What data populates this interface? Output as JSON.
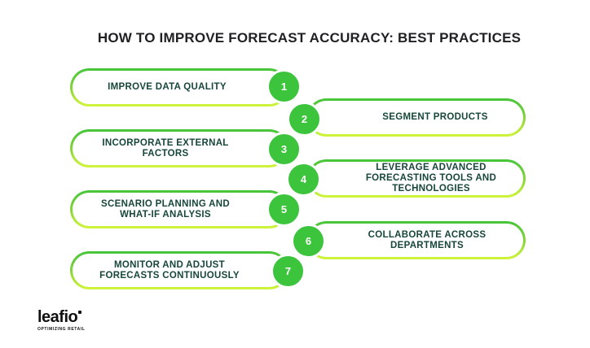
{
  "title": "HOW TO IMPROVE FORECAST ACCURACY: BEST PRACTICES",
  "colors": {
    "circle": "#3cc43c",
    "text": "#17463a",
    "border_top": "#45c43a",
    "border_bottom": "#d3f53a"
  },
  "steps": [
    {
      "number": "1",
      "label": "IMPROVE DATA QUALITY"
    },
    {
      "number": "2",
      "label": "SEGMENT PRODUCTS"
    },
    {
      "number": "3",
      "label": "INCORPORATE EXTERNAL FACTORS"
    },
    {
      "number": "4",
      "label": "LEVERAGE ADVANCED FORECASTING TOOLS AND TECHNOLOGIES"
    },
    {
      "number": "5",
      "label": "SCENARIO PLANNING AND WHAT-IF ANALYSIS"
    },
    {
      "number": "6",
      "label": "COLLABORATE ACROSS DEPARTMENTS"
    },
    {
      "number": "7",
      "label": "MONITOR AND ADJUST FORECASTS CONTINUOUSLY"
    }
  ],
  "logo": {
    "brand": "leafio",
    "tagline": "OPTIMIZING RETAIL"
  }
}
